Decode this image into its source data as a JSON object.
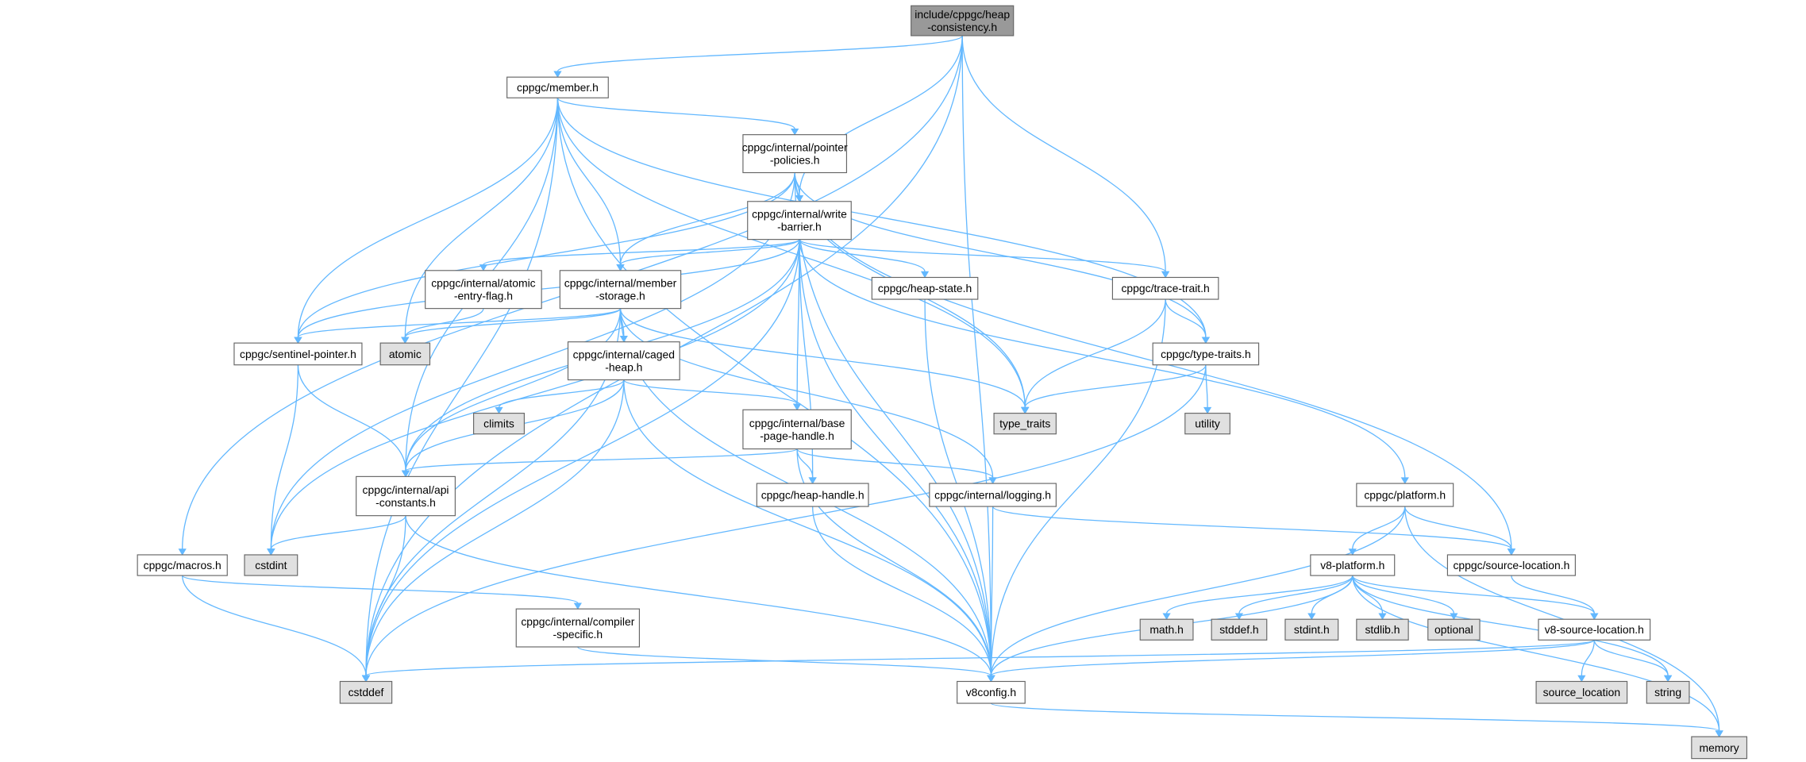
{
  "title": "include/cppgc/heap-consistency.h dependency graph",
  "colors": {
    "edge": "#63b8ff",
    "root_fill": "#999999",
    "system_fill": "#e0e0e0",
    "node_fill": "#ffffff",
    "border": "#666666"
  },
  "nodes": {
    "hc": {
      "lines": [
        "include/cppgc/heap",
        "-consistency.h"
      ],
      "kind": "root"
    },
    "member": {
      "lines": [
        "cppgc/member.h"
      ],
      "kind": "file"
    },
    "policies": {
      "lines": [
        "cppgc/internal/pointer",
        "-policies.h"
      ],
      "kind": "file"
    },
    "wb": {
      "lines": [
        "cppgc/internal/write",
        "-barrier.h"
      ],
      "kind": "file"
    },
    "aef": {
      "lines": [
        "cppgc/internal/atomic",
        "-entry-flag.h"
      ],
      "kind": "file"
    },
    "ms": {
      "lines": [
        "cppgc/internal/member",
        "-storage.h"
      ],
      "kind": "file"
    },
    "hstate": {
      "lines": [
        "cppgc/heap-state.h"
      ],
      "kind": "file"
    },
    "trace": {
      "lines": [
        "cppgc/trace-trait.h"
      ],
      "kind": "file"
    },
    "sentinel": {
      "lines": [
        "cppgc/sentinel-pointer.h"
      ],
      "kind": "file"
    },
    "atomic": {
      "lines": [
        "atomic"
      ],
      "kind": "system"
    },
    "caged": {
      "lines": [
        "cppgc/internal/caged",
        "-heap.h"
      ],
      "kind": "file"
    },
    "typetraitsh": {
      "lines": [
        "cppgc/type-traits.h"
      ],
      "kind": "file"
    },
    "climits": {
      "lines": [
        "climits"
      ],
      "kind": "system"
    },
    "type_traits": {
      "lines": [
        "type_traits"
      ],
      "kind": "system"
    },
    "utility": {
      "lines": [
        "utility"
      ],
      "kind": "system"
    },
    "bph": {
      "lines": [
        "cppgc/internal/base",
        "-page-handle.h"
      ],
      "kind": "file"
    },
    "api": {
      "lines": [
        "cppgc/internal/api",
        "-constants.h"
      ],
      "kind": "file"
    },
    "hhandle": {
      "lines": [
        "cppgc/heap-handle.h"
      ],
      "kind": "file"
    },
    "logging": {
      "lines": [
        "cppgc/internal/logging.h"
      ],
      "kind": "file"
    },
    "platform": {
      "lines": [
        "cppgc/platform.h"
      ],
      "kind": "file"
    },
    "cstdint": {
      "lines": [
        "cstdint"
      ],
      "kind": "system"
    },
    "macros": {
      "lines": [
        "cppgc/macros.h"
      ],
      "kind": "file"
    },
    "srcloc": {
      "lines": [
        "cppgc/source-location.h"
      ],
      "kind": "file"
    },
    "v8platform": {
      "lines": [
        "v8-platform.h"
      ],
      "kind": "file"
    },
    "compiler": {
      "lines": [
        "cppgc/internal/compiler",
        "-specific.h"
      ],
      "kind": "file"
    },
    "math": {
      "lines": [
        "math.h"
      ],
      "kind": "system"
    },
    "stddef": {
      "lines": [
        "stddef.h"
      ],
      "kind": "system"
    },
    "stdint": {
      "lines": [
        "stdint.h"
      ],
      "kind": "system"
    },
    "stdlib": {
      "lines": [
        "stdlib.h"
      ],
      "kind": "system"
    },
    "optional": {
      "lines": [
        "optional"
      ],
      "kind": "system"
    },
    "v8srcloc": {
      "lines": [
        "v8-source-location.h"
      ],
      "kind": "file"
    },
    "cstddef": {
      "lines": [
        "cstddef"
      ],
      "kind": "system"
    },
    "v8config": {
      "lines": [
        "v8config.h"
      ],
      "kind": "file"
    },
    "source_location": {
      "lines": [
        "source_location"
      ],
      "kind": "system"
    },
    "string": {
      "lines": [
        "string"
      ],
      "kind": "system"
    },
    "memory": {
      "lines": [
        "memory"
      ],
      "kind": "system"
    }
  },
  "edges": [
    [
      "hc",
      "member"
    ],
    [
      "hc",
      "macros"
    ],
    [
      "hc",
      "cstddef"
    ],
    [
      "hc",
      "wb"
    ],
    [
      "hc",
      "trace"
    ],
    [
      "hc",
      "v8config"
    ],
    [
      "member",
      "cstddef"
    ],
    [
      "member",
      "api"
    ],
    [
      "member",
      "sentinel"
    ],
    [
      "member",
      "atomic"
    ],
    [
      "member",
      "ms"
    ],
    [
      "member",
      "policies"
    ],
    [
      "member",
      "type_traits"
    ],
    [
      "member",
      "typetraitsh"
    ],
    [
      "member",
      "v8config"
    ],
    [
      "policies",
      "cstdint"
    ],
    [
      "policies",
      "sentinel"
    ],
    [
      "policies",
      "ms"
    ],
    [
      "policies",
      "wb"
    ],
    [
      "policies",
      "type_traits"
    ],
    [
      "policies",
      "typetraitsh"
    ],
    [
      "policies",
      "srcloc"
    ],
    [
      "policies",
      "v8config"
    ],
    [
      "wb",
      "aef"
    ],
    [
      "wb",
      "ms"
    ],
    [
      "wb",
      "sentinel"
    ],
    [
      "wb",
      "cstdint"
    ],
    [
      "wb",
      "api"
    ],
    [
      "wb",
      "cstddef"
    ],
    [
      "wb",
      "bph"
    ],
    [
      "wb",
      "hhandle"
    ],
    [
      "wb",
      "hstate"
    ],
    [
      "wb",
      "trace"
    ],
    [
      "wb",
      "v8config"
    ],
    [
      "wb",
      "platform"
    ],
    [
      "aef",
      "atomic"
    ],
    [
      "ms",
      "sentinel"
    ],
    [
      "ms",
      "atomic"
    ],
    [
      "ms",
      "caged"
    ],
    [
      "ms",
      "api"
    ],
    [
      "ms",
      "cstddef"
    ],
    [
      "ms",
      "type_traits"
    ],
    [
      "ms",
      "logging"
    ],
    [
      "ms",
      "v8config"
    ],
    [
      "caged",
      "climits"
    ],
    [
      "caged",
      "api"
    ],
    [
      "caged",
      "bph"
    ],
    [
      "caged",
      "cstddef"
    ],
    [
      "caged",
      "v8config"
    ],
    [
      "sentinel",
      "cstdint"
    ],
    [
      "sentinel",
      "api"
    ],
    [
      "hstate",
      "v8config"
    ],
    [
      "trace",
      "typetraitsh"
    ],
    [
      "trace",
      "type_traits"
    ],
    [
      "trace",
      "v8config"
    ],
    [
      "typetraitsh",
      "type_traits"
    ],
    [
      "typetraitsh",
      "utility"
    ],
    [
      "typetraitsh",
      "cstddef"
    ],
    [
      "bph",
      "api"
    ],
    [
      "bph",
      "hhandle"
    ],
    [
      "bph",
      "logging"
    ],
    [
      "bph",
      "v8config"
    ],
    [
      "api",
      "cstdint"
    ],
    [
      "api",
      "cstddef"
    ],
    [
      "api",
      "v8config"
    ],
    [
      "hhandle",
      "v8config"
    ],
    [
      "logging",
      "v8config"
    ],
    [
      "logging",
      "srcloc"
    ],
    [
      "platform",
      "v8platform"
    ],
    [
      "platform",
      "srcloc"
    ],
    [
      "platform",
      "v8config"
    ],
    [
      "platform",
      "memory"
    ],
    [
      "macros",
      "cstddef"
    ],
    [
      "macros",
      "compiler"
    ],
    [
      "compiler",
      "v8config"
    ],
    [
      "v8platform",
      "math"
    ],
    [
      "v8platform",
      "stddef"
    ],
    [
      "v8platform",
      "stdint"
    ],
    [
      "v8platform",
      "stdlib"
    ],
    [
      "v8platform",
      "optional"
    ],
    [
      "v8platform",
      "v8srcloc"
    ],
    [
      "v8platform",
      "v8config"
    ],
    [
      "v8platform",
      "string"
    ],
    [
      "v8platform",
      "memory"
    ],
    [
      "srcloc",
      "v8srcloc"
    ],
    [
      "v8srcloc",
      "source_location"
    ],
    [
      "v8srcloc",
      "string"
    ],
    [
      "v8srcloc",
      "v8config"
    ],
    [
      "v8srcloc",
      "cstddef"
    ],
    [
      "v8config",
      "memory"
    ]
  ]
}
